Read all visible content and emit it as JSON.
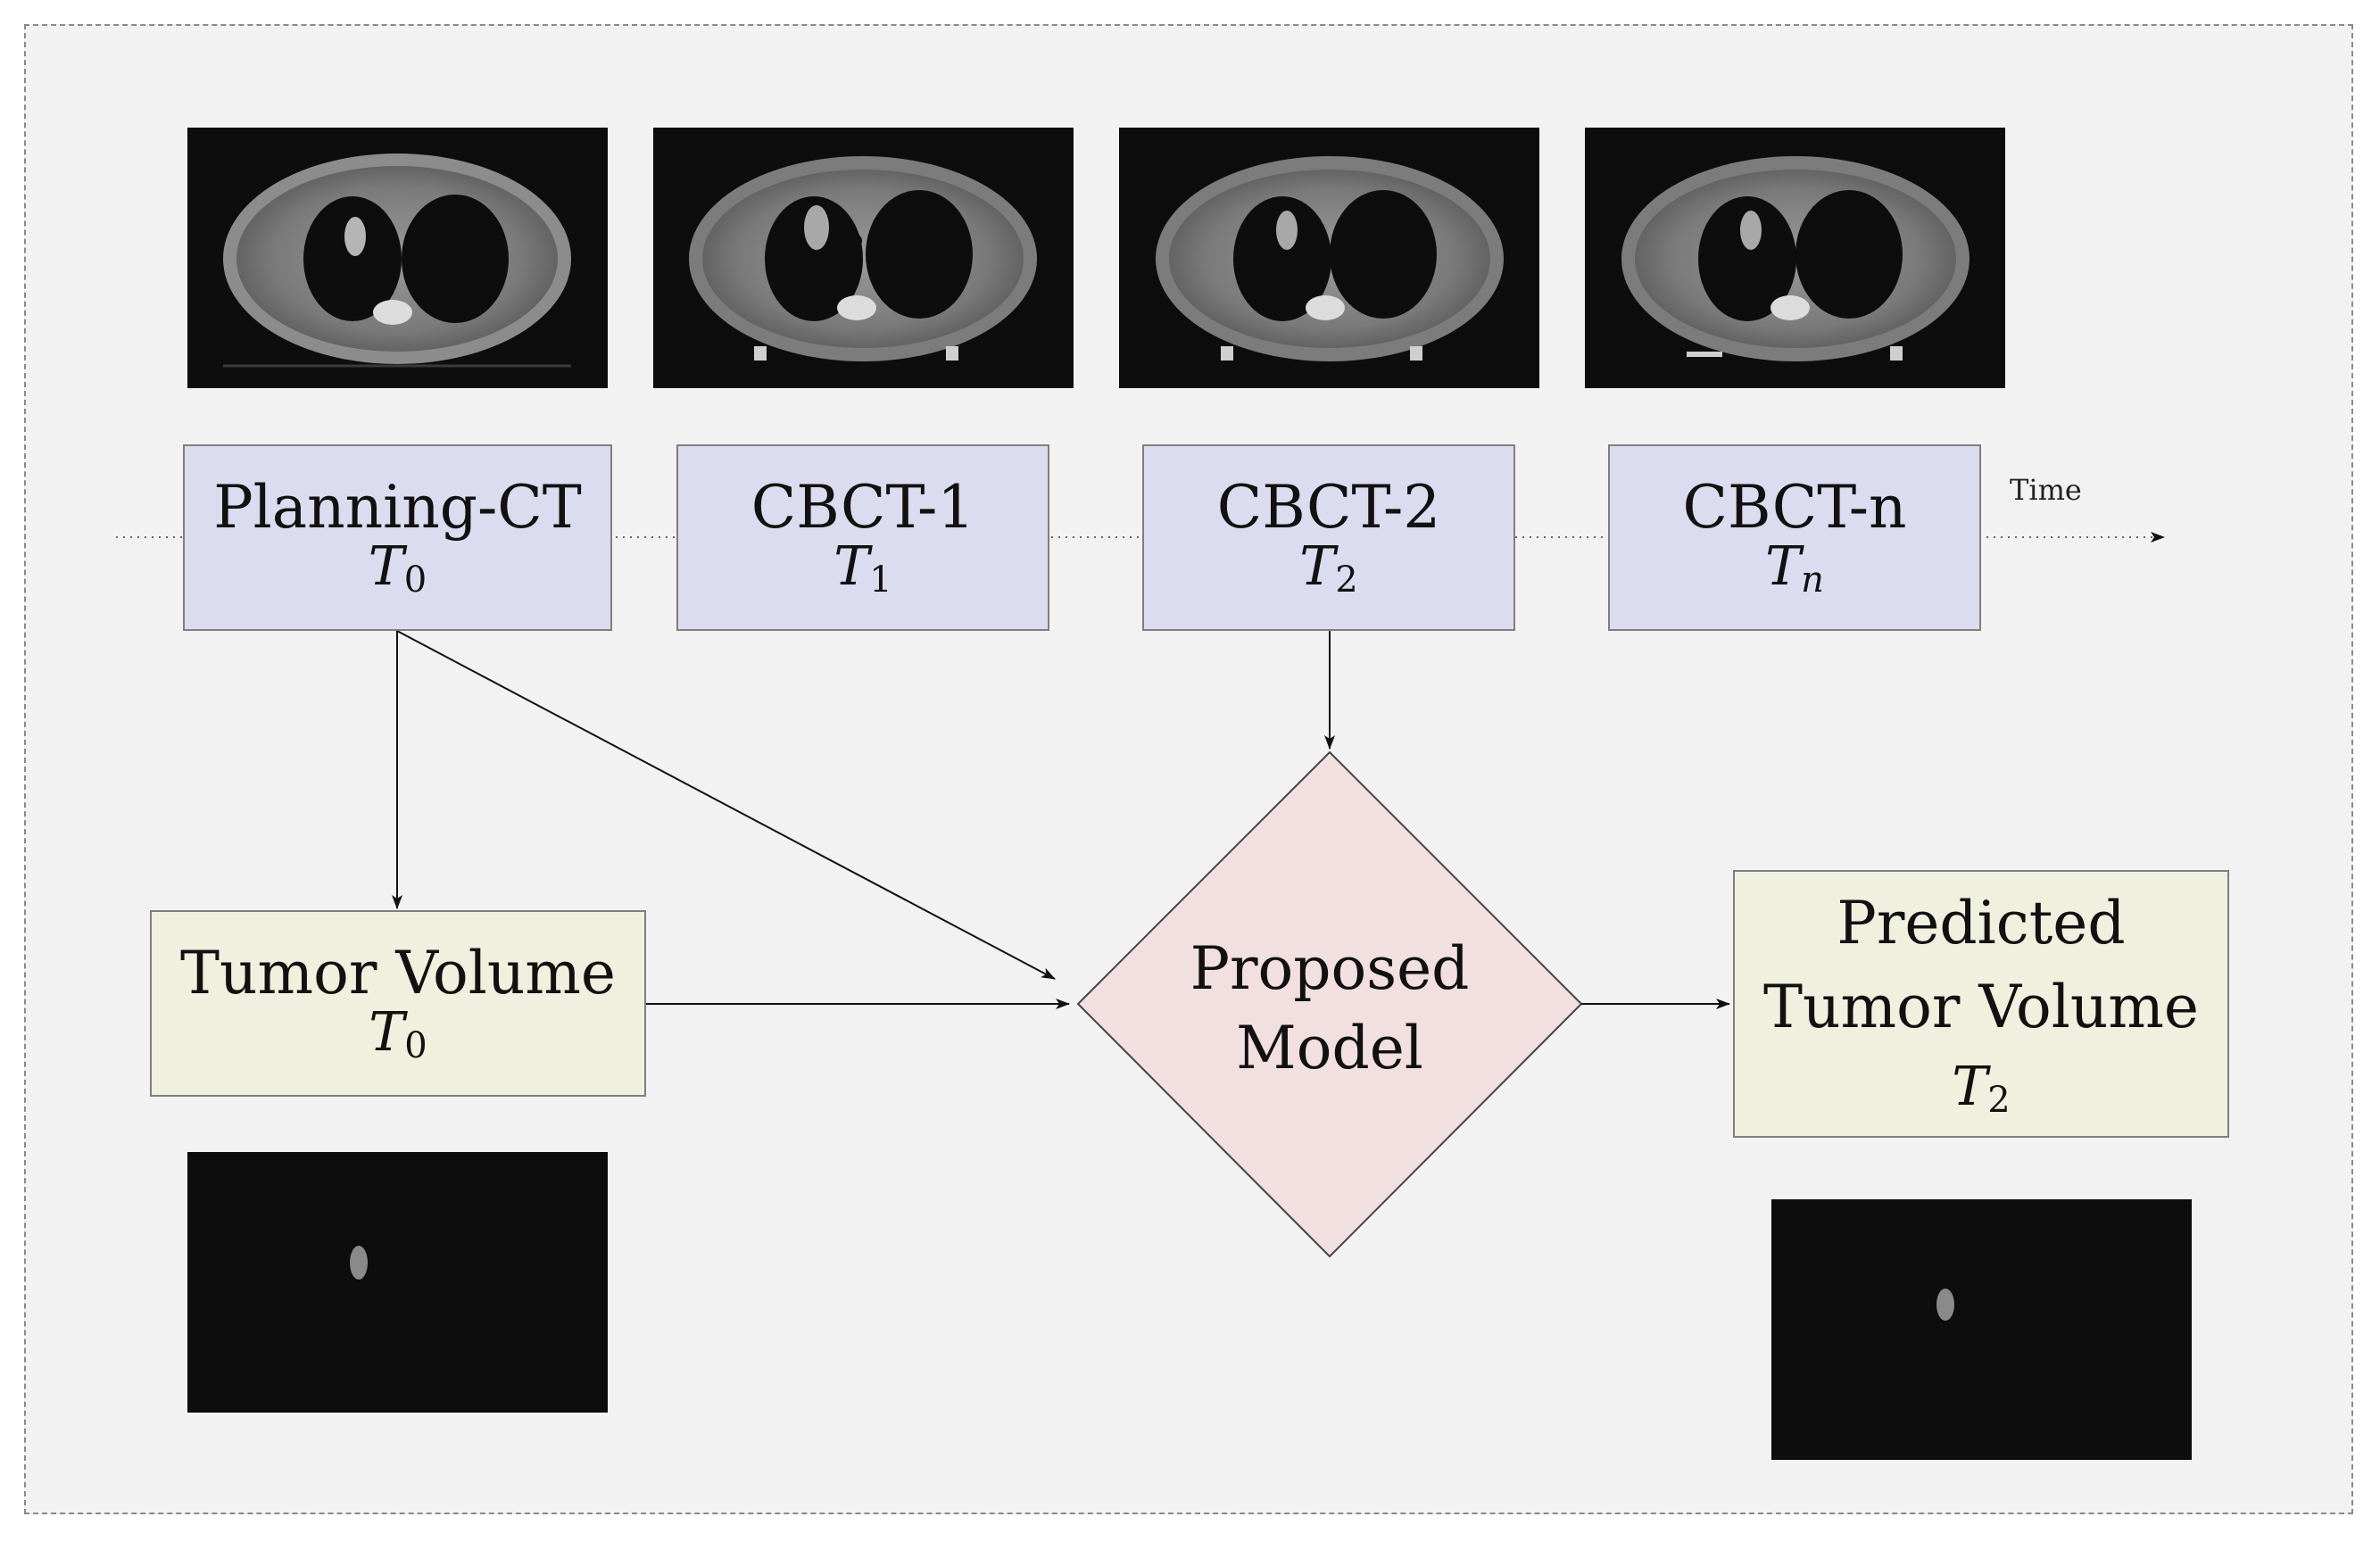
{
  "nodes": {
    "planning_ct": {
      "label": "Planning-CT",
      "time_symbol": "T",
      "time_index": "0"
    },
    "cbct_1": {
      "label": "CBCT-1",
      "time_symbol": "T",
      "time_index": "1"
    },
    "cbct_2": {
      "label": "CBCT-2",
      "time_symbol": "T",
      "time_index": "2"
    },
    "cbct_n": {
      "label": "CBCT-n",
      "time_symbol": "T",
      "time_index": "n"
    },
    "tumor_volume": {
      "label": "Tumor Volume",
      "time_symbol": "T",
      "time_index": "0"
    },
    "model": {
      "line1": "Proposed",
      "line2": "Model"
    },
    "predicted_volume": {
      "line1": "Predicted",
      "line2": "Tumor Volume",
      "time_symbol": "T",
      "time_index": "2"
    }
  },
  "timeline": {
    "label": "Time"
  },
  "colors": {
    "scan_box": "#dcdcf0",
    "volume_box": "#f0f0df",
    "model_diamond": "#f2dfdf",
    "panel_background": "#f2f2f2",
    "image_background": "#0d0d0d"
  }
}
